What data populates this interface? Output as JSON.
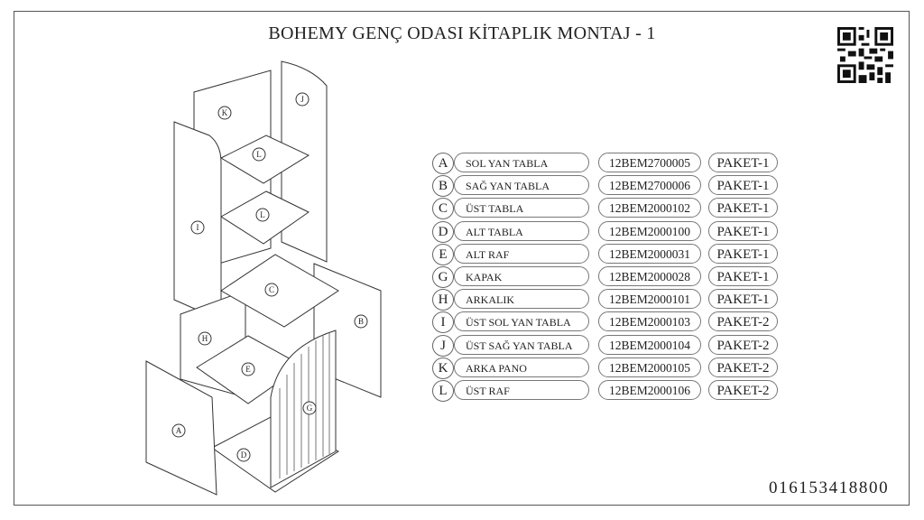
{
  "title": "BOHEMY GENÇ ODASI KİTAPLIK MONTAJ - 1",
  "document_code": "016153418800",
  "qr_icon": "qr-code",
  "diagram_labels": [
    "K",
    "J",
    "L",
    "L",
    "I",
    "C",
    "B",
    "H",
    "E",
    "G",
    "A",
    "D"
  ],
  "parts": [
    {
      "letter": "A",
      "name": "SOL YAN TABLA",
      "code": "12BEM2700005",
      "package": "PAKET-1"
    },
    {
      "letter": "B",
      "name": "SAĞ YAN TABLA",
      "code": "12BEM2700006",
      "package": "PAKET-1"
    },
    {
      "letter": "C",
      "name": "ÜST TABLA",
      "code": "12BEM2000102",
      "package": "PAKET-1"
    },
    {
      "letter": "D",
      "name": "ALT TABLA",
      "code": "12BEM2000100",
      "package": "PAKET-1"
    },
    {
      "letter": "E",
      "name": "ALT RAF",
      "code": "12BEM2000031",
      "package": "PAKET-1"
    },
    {
      "letter": "G",
      "name": "KAPAK",
      "code": "12BEM2000028",
      "package": "PAKET-1"
    },
    {
      "letter": "H",
      "name": "ARKALIK",
      "code": "12BEM2000101",
      "package": "PAKET-1"
    },
    {
      "letter": "I",
      "name": "ÜST SOL YAN TABLA",
      "code": "12BEM2000103",
      "package": "PAKET-2"
    },
    {
      "letter": "J",
      "name": "ÜST SAĞ YAN TABLA",
      "code": "12BEM2000104",
      "package": "PAKET-2"
    },
    {
      "letter": "K",
      "name": "ARKA PANO",
      "code": "12BEM2000105",
      "package": "PAKET-2"
    },
    {
      "letter": "L",
      "name": "ÜST RAF",
      "code": "12BEM2000106",
      "package": "PAKET-2"
    }
  ]
}
